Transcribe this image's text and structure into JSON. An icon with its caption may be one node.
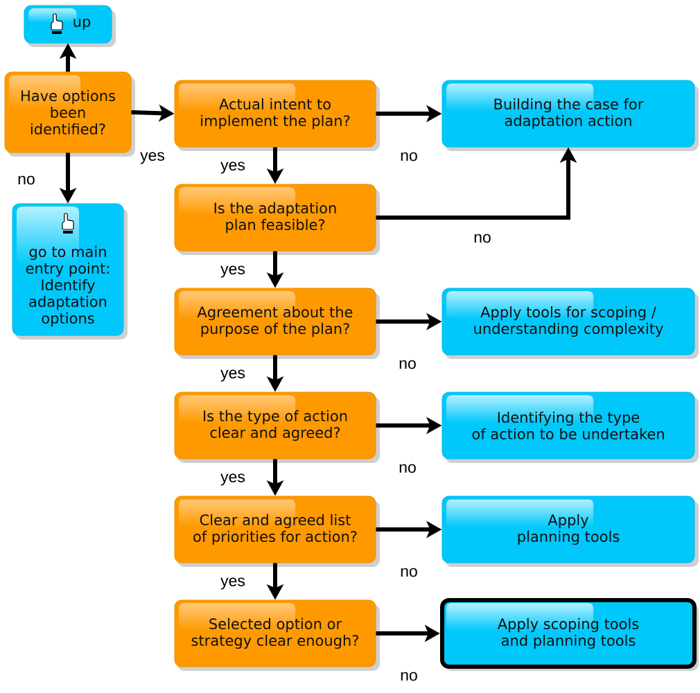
{
  "diagram": {
    "nodes": [
      {
        "text": [
          "up"
        ]
      },
      {
        "text": [
          "Have options been identified?"
        ]
      },
      {
        "text": [
          "go to main entry point: Identify adaptation options"
        ]
      },
      {
        "text": [
          "Actual intent to implement the plan?"
        ]
      },
      {
        "text": [
          "Building the case for adaptation action"
        ]
      },
      {
        "text": [
          "Is the adaptation plan feasible?"
        ]
      },
      {
        "text": [
          "Agreement about the purpose of the plan?"
        ]
      },
      {
        "text": [
          "Apply tools for scoping / understanding complexity"
        ]
      },
      {
        "text": [
          "Is the type of action clear and agreed?"
        ]
      },
      {
        "text": [
          "Identifying the type of action to be undertaken"
        ]
      },
      {
        "text": [
          "Clear and agreed list of priorities for action?"
        ]
      },
      {
        "text": [
          "Apply planning tools"
        ]
      },
      {
        "text": [
          "Selected option or strategy clear enough?"
        ]
      },
      {
        "text": [
          "Apply scoping tools and planning tools"
        ]
      }
    ],
    "edges": [
      {
        "from": 1,
        "to": 0,
        "arrow": "to"
      },
      {
        "from": 1,
        "to": 2,
        "arrow": "to",
        "label": "no"
      },
      {
        "from": 1,
        "to": 3,
        "arrow": "to",
        "label": "yes"
      },
      {
        "from": 3,
        "to": 4,
        "arrow": "to",
        "label": "no"
      },
      {
        "from": 3,
        "to": 5,
        "arrow": "to",
        "label": "yes"
      },
      {
        "from": 5,
        "to": 4,
        "arrow": "to",
        "label": "no"
      },
      {
        "from": 5,
        "to": 6,
        "arrow": "to",
        "label": "yes"
      },
      {
        "from": 6,
        "to": 7,
        "arrow": "to",
        "label": "no"
      },
      {
        "from": 6,
        "to": 8,
        "arrow": "to",
        "label": "yes"
      },
      {
        "from": 8,
        "to": 9,
        "arrow": "to",
        "label": "no"
      },
      {
        "from": 8,
        "to": 10,
        "arrow": "to",
        "label": "yes"
      },
      {
        "from": 10,
        "to": 11,
        "arrow": "to",
        "label": "no"
      },
      {
        "from": 10,
        "to": 12,
        "arrow": "to",
        "label": "yes"
      },
      {
        "from": 12,
        "to": 13,
        "arrow": "to",
        "label": "no"
      }
    ]
  }
}
